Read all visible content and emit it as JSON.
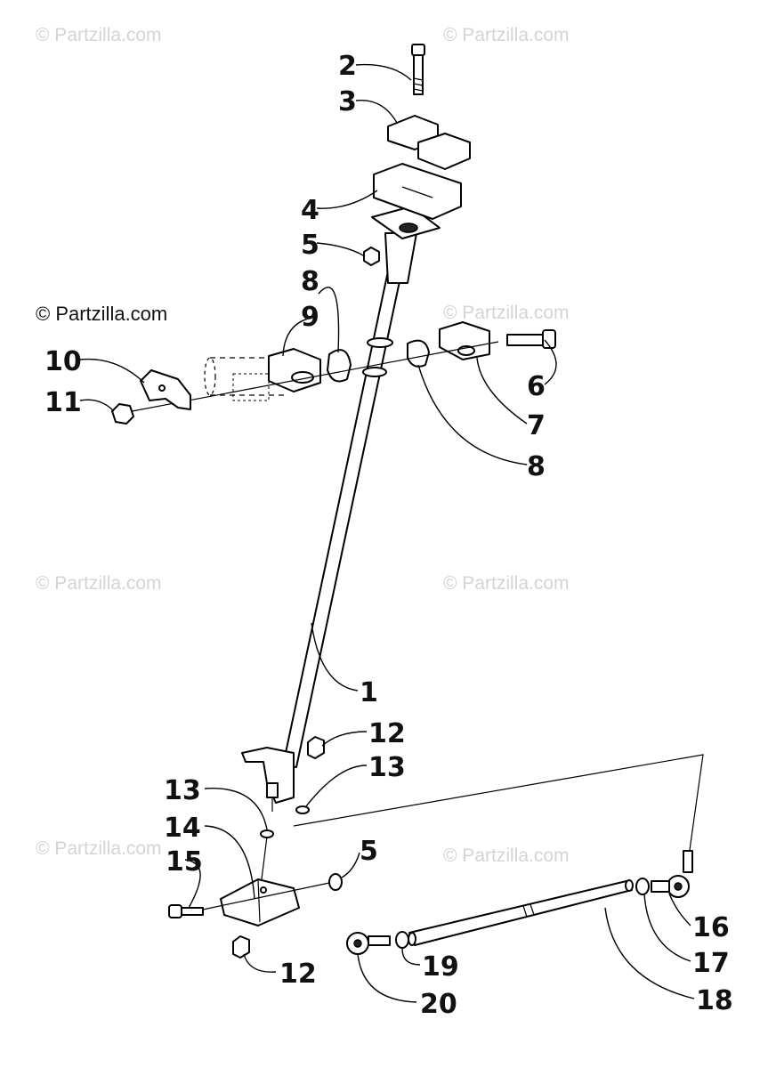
{
  "copyright": "© Partzilla.com",
  "watermarks": [
    "© Partzilla.com",
    "© Partzilla.com",
    "© Partzilla.com",
    "© Partzilla.com",
    "© Partzilla.com",
    "© Partzilla.com",
    "© Partzilla.com"
  ],
  "callouts": [
    "1",
    "2",
    "3",
    "4",
    "5",
    "5",
    "6",
    "7",
    "8",
    "8",
    "9",
    "10",
    "11",
    "12",
    "12",
    "13",
    "13",
    "14",
    "15",
    "16",
    "17",
    "18",
    "19",
    "20"
  ]
}
